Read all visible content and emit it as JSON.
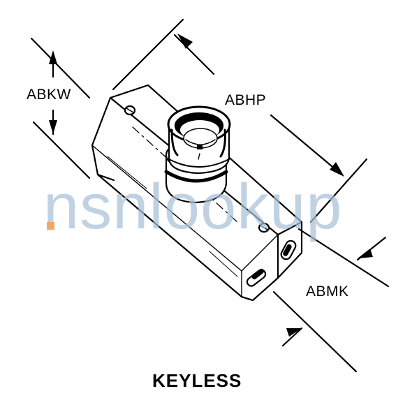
{
  "diagram": {
    "part_name": "KEYLESS",
    "dimension_labels": {
      "width": "ABKW",
      "length": "ABHP",
      "height": "ABMK"
    }
  },
  "watermark": {
    "text": "nsnlookup",
    "color": "#a9c2d8",
    "dot_color": "#f2a25e"
  },
  "colors": {
    "line": "#000000",
    "background": "#ffffff"
  }
}
